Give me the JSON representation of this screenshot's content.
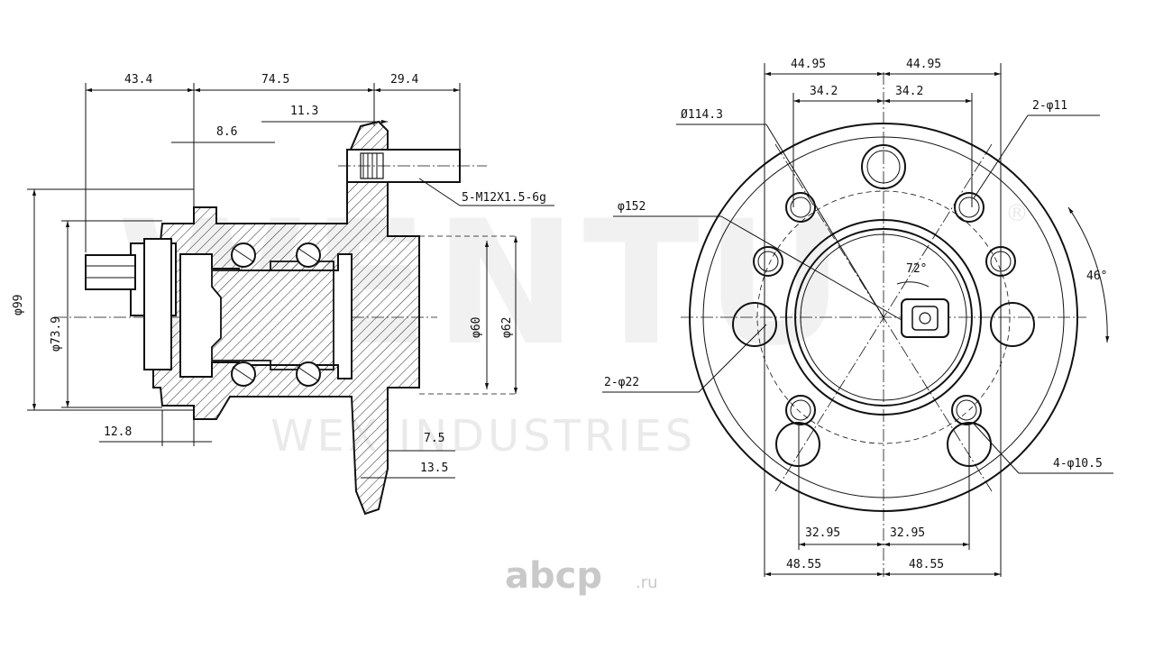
{
  "watermark": {
    "brand": "WENTU",
    "company": "WEX INDUSTRIES",
    "registered": "®"
  },
  "logo": {
    "name": "abcp",
    "tld": ".ru"
  },
  "side_view": {
    "dims": {
      "d43_4": "43.4",
      "d74_5": "74.5",
      "d29_4": "29.4",
      "d11_3": "11.3",
      "d8_6": "8.6",
      "d12_8": "12.8",
      "d7_5": "7.5",
      "d13_5": "13.5",
      "phi99": "φ99",
      "phi73_9": "φ73.9",
      "phi60": "φ60",
      "phi62": "φ62",
      "stud": "5-M12X1.5-6g"
    }
  },
  "front_view": {
    "dims": {
      "top_l1": "44.95",
      "top_r1": "44.95",
      "top_l2": "34.2",
      "top_r2": "34.2",
      "pcd": "Ø114.3",
      "holes11": "2-φ11",
      "phi152": "φ152",
      "ang72": "72°",
      "ang46": "46°",
      "holes22": "2-φ22",
      "holes10_5": "4-φ10.5",
      "bot_l1": "32.95",
      "bot_r1": "32.95",
      "bot_l2": "48.55",
      "bot_r2": "48.55"
    }
  }
}
